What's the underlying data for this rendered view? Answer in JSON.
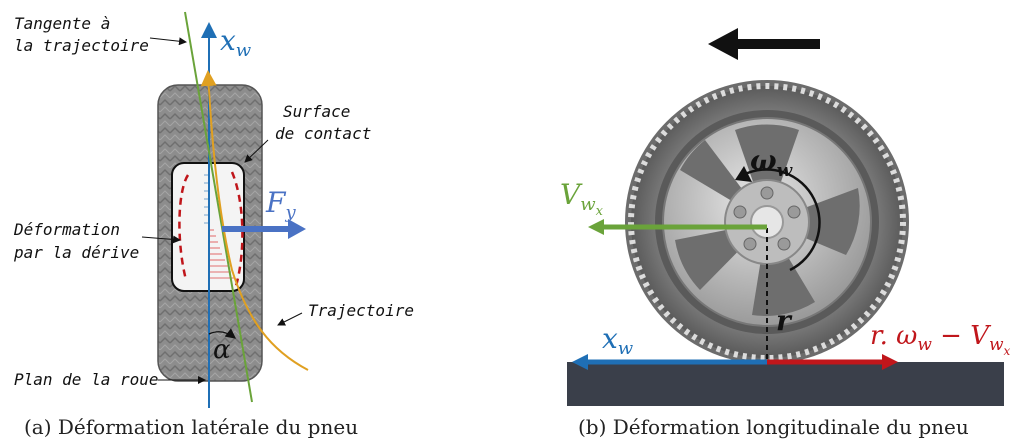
{
  "panel_a": {
    "labels": {
      "tangent_line1": "Tangente à",
      "tangent_line2": "la trajectoire",
      "surface_line1": "Surface",
      "surface_line2": "de contact",
      "deformation_line1": "Déformation",
      "deformation_line2": "par la dérive",
      "trajectory": "Trajectoire",
      "wheel_plane": "Plan de la roue",
      "xw": "x",
      "xw_sub": "w",
      "fy": "F",
      "fy_sub": "y",
      "alpha": "α"
    },
    "caption": "(a) Déformation latérale du pneu"
  },
  "panel_b": {
    "labels": {
      "vwx": "V",
      "vwx_sub": "w",
      "vwx_subsub": "x",
      "omega": "ω",
      "omega_sub": "w",
      "r": "r",
      "xw": "x",
      "xw_sub": "w",
      "slip_r": "r. ω",
      "slip_w": "w",
      "slip_minus": " − V",
      "slip_sub": "w",
      "slip_subsub": "x"
    },
    "caption": "(b) Déformation longitudinale du pneu"
  },
  "colors": {
    "blue_axis": "#1f6fb5",
    "green": "#6aa33a",
    "orange": "#e0a021",
    "force_blue": "#4a72c4",
    "red": "#c0161b",
    "ground": "#3a3f4a"
  }
}
